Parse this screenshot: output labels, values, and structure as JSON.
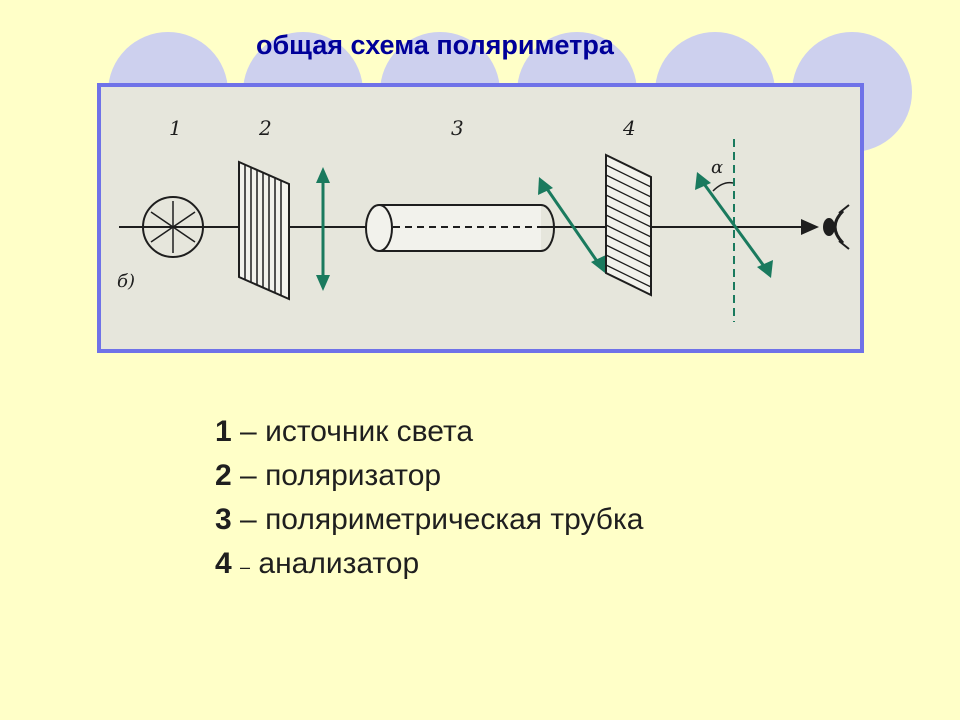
{
  "slide": {
    "title": "общая схема поляриметра"
  },
  "diagram": {
    "labels": [
      "1",
      "2",
      "3",
      "4"
    ],
    "alpha_symbol": "α",
    "figure_letter": "б)",
    "colors": {
      "frame_border": "#6f72e8",
      "arrow_green": "#1a7a5e",
      "line_dark": "#1e1e1e"
    }
  },
  "legend": {
    "items": [
      {
        "number": "1",
        "separator": "–",
        "text": "источник света"
      },
      {
        "number": "2",
        "separator": "–",
        "text": "поляризатор"
      },
      {
        "number": "3",
        "separator": "–",
        "text": "поляриметрическая трубка"
      },
      {
        "number": "4",
        "separator": "–",
        "text": "анализатор"
      }
    ]
  }
}
